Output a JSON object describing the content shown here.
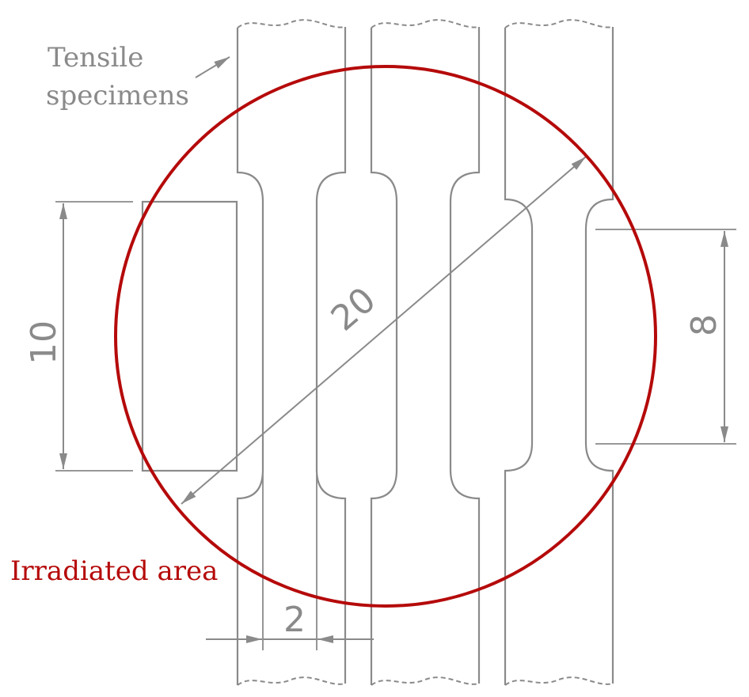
{
  "labels": {
    "specimens_line1": "Tensile",
    "specimens_line2": "specimens",
    "irradiated": "Irradiated area"
  },
  "dimensions": {
    "width_dim": "10",
    "diameter_dim": "20",
    "gauge_length_dim": "8",
    "gauge_width_dim": "2"
  },
  "colors": {
    "circle": "#b50a0a",
    "lines": "#8a8a8a"
  }
}
